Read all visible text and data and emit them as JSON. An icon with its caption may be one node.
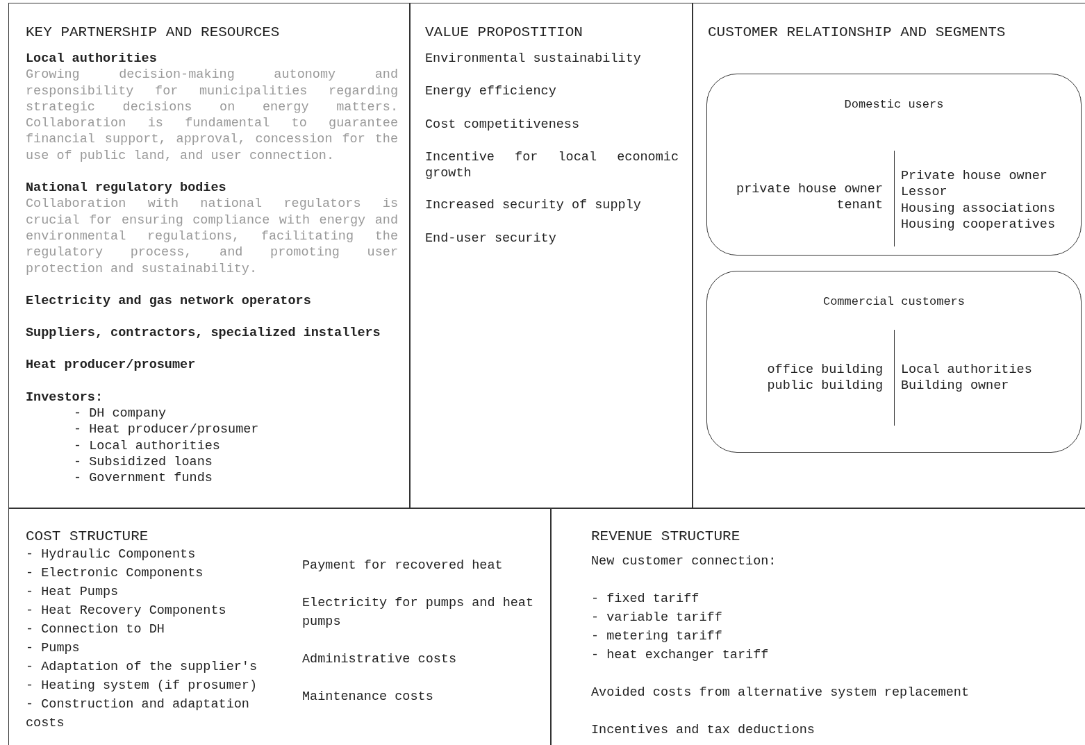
{
  "diagram": {
    "nodes": [
      {
        "text": [
          "KEY PARTNERSHIP AND RESOURCES",
          "Local authorities",
          "Growing decision-making autonomy and responsibility for municipalities regarding strategic decisions on energy matters. Collaboration is fundamental to guarantee financial support, approval, concession for the use of public land, and user connection.",
          "National regulatory bodies",
          "Collaboration with national regulators is crucial for ensuring compliance with energy and environmental regulations, facilitating the regulatory process, and promoting user protection and sustainability.",
          "Electricity and gas network operators",
          "Suppliers, contractors, specialized installers",
          "Heat producer/prosumer",
          "Investors:",
          "- DH company",
          "- Heat producer/prosumer",
          "- Local authorities",
          "- Subsidized loans",
          "- Government funds"
        ]
      },
      {
        "text": [
          "VALUE PROPOSTITION",
          "Environmental sustainability",
          "Energy efficiency",
          "Cost competitiveness",
          "Incentive for local economic growth",
          "Increased security of supply",
          "End-user security"
        ]
      },
      {
        "text": [
          "CUSTOMER RELATIONSHIP  AND SEGMENTS"
        ]
      },
      {
        "text": [
          "Domestic users",
          "private house owner",
          "tenant",
          "Private house owner",
          "Lessor",
          "Housing associations",
          "Housing cooperatives"
        ],
        "in": 2
      },
      {
        "text": [
          "Commercial customers",
          "office building",
          "public building",
          "Local authorities",
          "Building owner"
        ],
        "in": 2
      },
      {
        "text": [
          "COST STRUCTURE",
          "- Hydraulic Components",
          "- Electronic Components",
          "- Heat Pumps",
          "- Heat Recovery Components",
          "- Connection to DH",
          "- Pumps",
          "- Adaptation of the supplier's",
          "- Heating system (if prosumer)",
          "- Construction and adaptation costs",
          "Payment for recovered heat",
          "Electricity for pumps and heat pumps",
          "Administrative costs",
          "Maintenance costs"
        ]
      },
      {
        "text": [
          "REVENUE STRUCTURE",
          "New customer connection:",
          "- fixed tariff",
          "- variable tariff",
          "- metering tariff",
          "- heat exchanger tariff",
          "Avoided costs from alternative system replacement",
          "Incentives and tax deductions"
        ]
      }
    ]
  }
}
